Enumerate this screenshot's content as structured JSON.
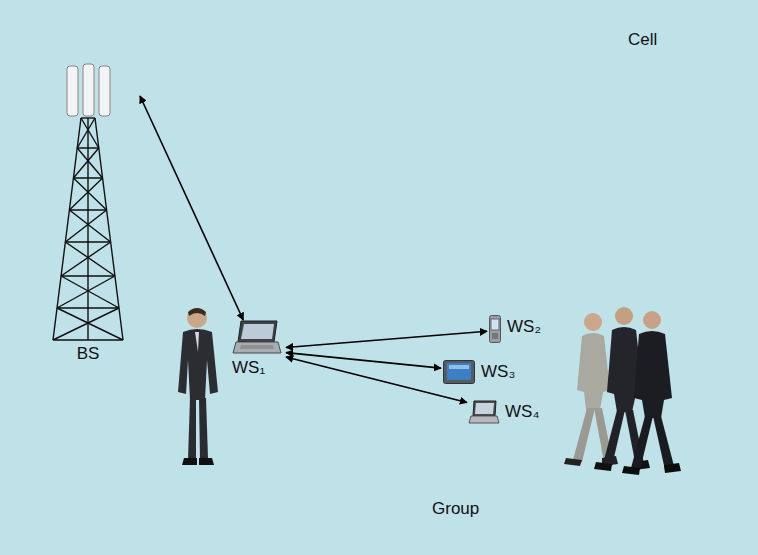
{
  "diagram": {
    "nodes": [
      {
        "text": [
          "Cell"
        ]
      },
      {
        "text": [
          "BS"
        ],
        "in": 0
      },
      {
        "text": [
          "Group"
        ],
        "in": 0
      },
      {
        "text": [
          "WS₁"
        ],
        "in": 2
      },
      {
        "text": [
          "WS₂"
        ],
        "in": 2
      },
      {
        "text": [
          "WS₃"
        ],
        "in": 2
      },
      {
        "text": [
          "WS₄"
        ],
        "in": 2
      }
    ],
    "edges": [
      {
        "from": 3,
        "to": 1,
        "arrow": "both"
      },
      {
        "from": 3,
        "to": 4,
        "arrow": "both"
      },
      {
        "from": 3,
        "to": 5,
        "arrow": "both"
      },
      {
        "from": 3,
        "to": 6,
        "arrow": "both"
      }
    ]
  }
}
